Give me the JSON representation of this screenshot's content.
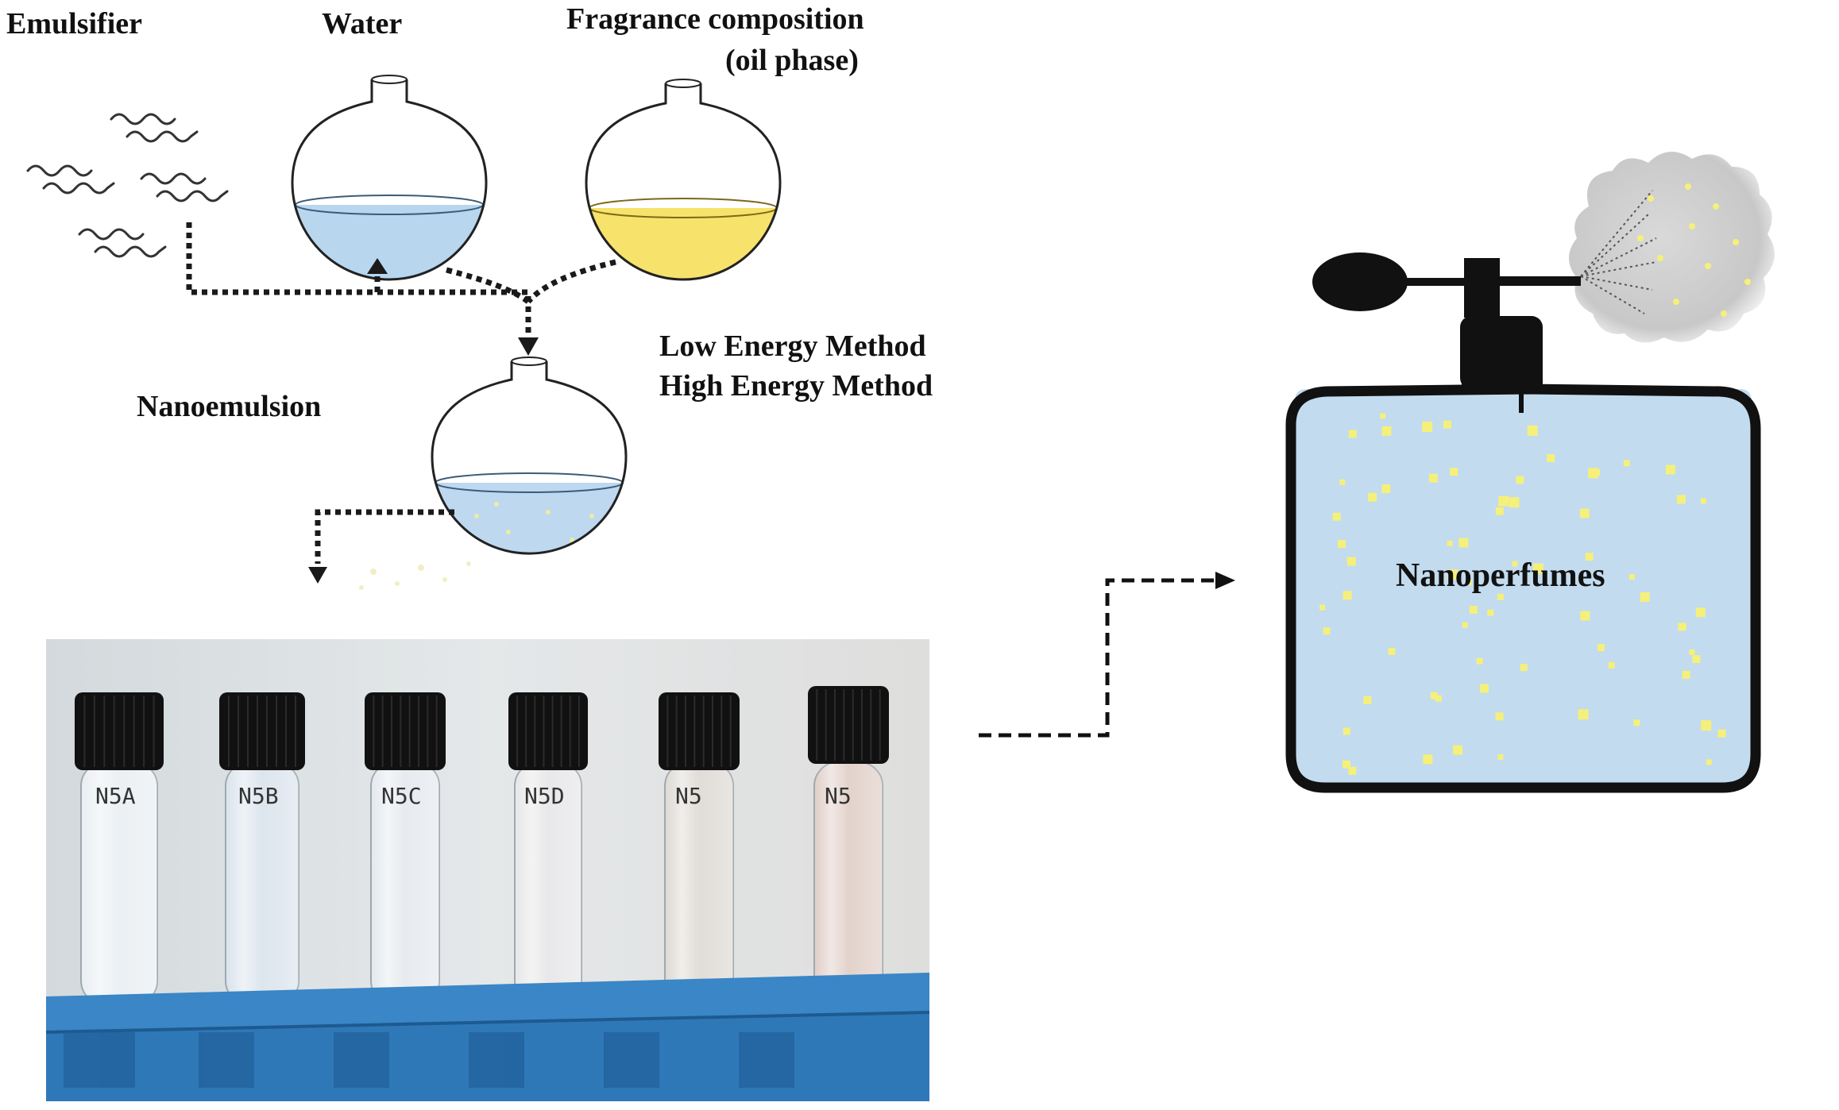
{
  "labels": {
    "emulsifier": "Emulsifier",
    "water": "Water",
    "fragrance_line1": "Fragrance composition",
    "fragrance_line2": "(oil phase)",
    "low_energy": "Low Energy Method",
    "high_energy": "High Energy Method",
    "nanoemulsion": "Nanoemulsion",
    "nanoperfumes": "Nanoperfumes"
  },
  "tubes": [
    {
      "label": "N5A",
      "liquid": "#e9eef2"
    },
    {
      "label": "N5B",
      "liquid": "#d9e3ec"
    },
    {
      "label": "N5C",
      "liquid": "#e4e9ee"
    },
    {
      "label": "N5D",
      "liquid": "#e6e6e8"
    },
    {
      "label": "N5",
      "liquid": "#ddd9d3"
    },
    {
      "label": "N5",
      "liquid": "#e0cdc6"
    }
  ],
  "colors": {
    "water": "#b8d6ee",
    "oil": "#f7e26b",
    "perfume_liquid": "#c2dbef",
    "particle": "#f5f07a",
    "cap": "#111111",
    "rack": "#2f78b8"
  },
  "icons": {
    "emulsifier": "wavy-molecule-icon",
    "bottle": "perfume-bottle-icon",
    "spray": "spray-cloud-icon"
  }
}
